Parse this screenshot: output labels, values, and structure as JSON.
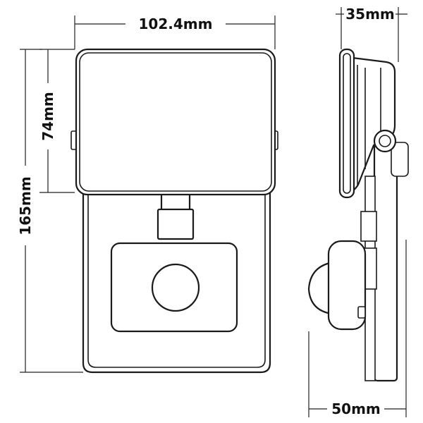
{
  "dimensions": {
    "width_label": "102.4mm",
    "depth_top_label": "35mm",
    "lamp_height_label": "74mm",
    "total_height_label": "165mm",
    "depth_bottom_label": "50mm"
  },
  "colors": {
    "line": "#1a1a1a",
    "background": "#ffffff"
  }
}
